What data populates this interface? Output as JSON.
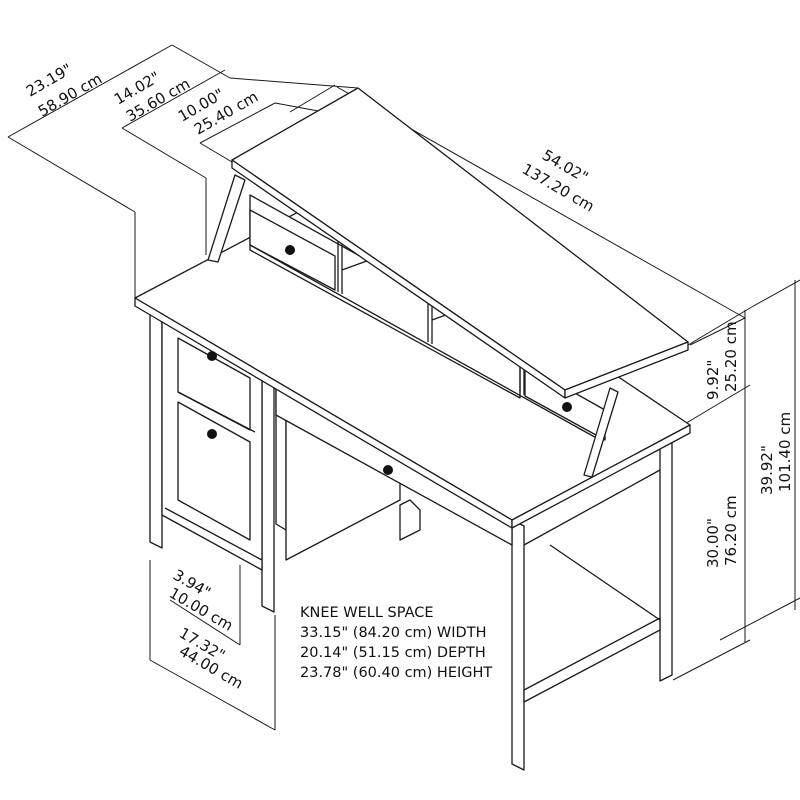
{
  "diagram": {
    "subject": "Desk with hutch - dimension drawing",
    "colors": {
      "line": "#1a1a1a",
      "background": "#ffffff",
      "knob": "#111111"
    },
    "dimensions": {
      "overall_depth": {
        "in": "23.19\"",
        "cm": "58.90 cm"
      },
      "desk_top_depth": {
        "in": "14.02\"",
        "cm": "35.60 cm"
      },
      "hutch_depth": {
        "in": "10.00\"",
        "cm": "25.40 cm"
      },
      "width": {
        "in": "54.02\"",
        "cm": "137.20 cm"
      },
      "hutch_height": {
        "in": "9.92\"",
        "cm": "25.20 cm"
      },
      "desk_height": {
        "in": "30.00\"",
        "cm": "76.20 cm"
      },
      "overall_height": {
        "in": "39.92\"",
        "cm": "101.40 cm"
      },
      "floor_clearance": {
        "in": "3.94\"",
        "cm": "10.00 cm"
      },
      "pedestal_depth": {
        "in": "17.32\"",
        "cm": "44.00 cm"
      }
    },
    "knee_well": {
      "title": "KNEE WELL SPACE",
      "lines": [
        "33.15\" (84.20 cm) WIDTH",
        "20.14\" (51.15 cm) DEPTH",
        "23.78\" (60.40 cm) HEIGHT"
      ]
    }
  }
}
